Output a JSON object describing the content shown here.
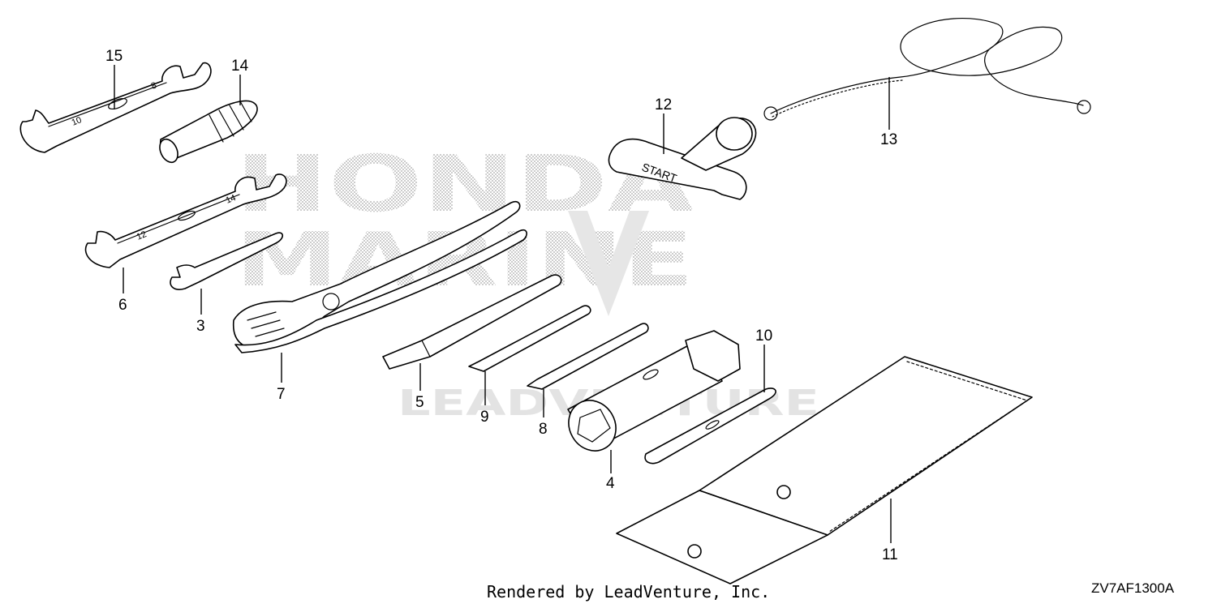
{
  "watermark": {
    "brand_line1": "HONDA",
    "brand_line2": "MARINE",
    "dealer": "LEADVENTURE"
  },
  "parts": [
    {
      "id": "15",
      "label": "15"
    },
    {
      "id": "14",
      "label": "14"
    },
    {
      "id": "12",
      "label": "12"
    },
    {
      "id": "13",
      "label": "13"
    },
    {
      "id": "6",
      "label": "6"
    },
    {
      "id": "3",
      "label": "3"
    },
    {
      "id": "7",
      "label": "7"
    },
    {
      "id": "5",
      "label": "5"
    },
    {
      "id": "9",
      "label": "9"
    },
    {
      "id": "8",
      "label": "8"
    },
    {
      "id": "4",
      "label": "4"
    },
    {
      "id": "10",
      "label": "10"
    },
    {
      "id": "11",
      "label": "11"
    }
  ],
  "engravings": {
    "wrench15_a": "10",
    "wrench15_b": "8",
    "wrench6_a": "12",
    "wrench6_b": "14",
    "handle_text": "START"
  },
  "footer": {
    "credit": "Rendered by LeadVenture, Inc.",
    "diagram_code": "ZV7AF1300A"
  }
}
